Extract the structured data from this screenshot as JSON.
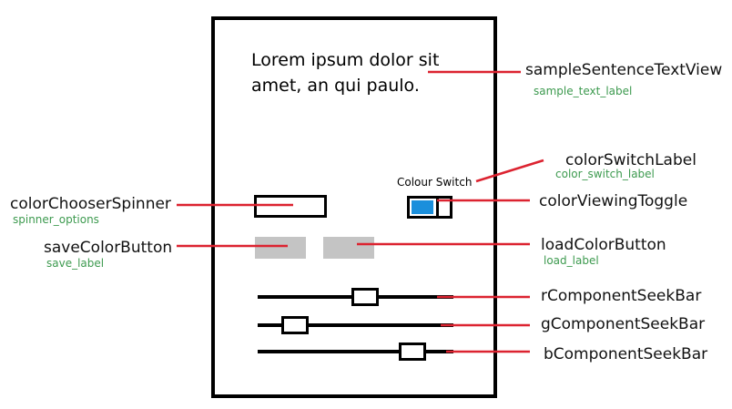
{
  "sample_text": "Lorem ipsum dolor sit amet, an qui paulo.",
  "switch_caption": "Colour Switch",
  "annotations": {
    "sample_sentence": {
      "name": "sampleSentenceTextView",
      "id": "sample_text_label"
    },
    "color_switch_label": {
      "name": "colorSwitchLabel",
      "id": "color_switch_label"
    },
    "color_chooser": {
      "name": "colorChooserSpinner",
      "id": "spinner_options"
    },
    "color_toggle": {
      "name": "colorViewingToggle"
    },
    "save_button": {
      "name": "saveColorButton",
      "id": "save_label"
    },
    "load_button": {
      "name": "loadColorButton",
      "id": "load_label"
    },
    "r_seekbar": {
      "name": "rComponentSeekBar"
    },
    "g_seekbar": {
      "name": "gComponentSeekBar"
    },
    "b_seekbar": {
      "name": "bComponentSeekBar"
    }
  },
  "seekbars": {
    "r": 0.55,
    "g": 0.19,
    "b": 0.79
  },
  "toggle_state": "on",
  "colors": {
    "pointer_line": "#dc2330",
    "toggle_fill": "#1a8fdc",
    "button_fill": "#c4c4c4",
    "id_text": "#3d9a4f"
  }
}
